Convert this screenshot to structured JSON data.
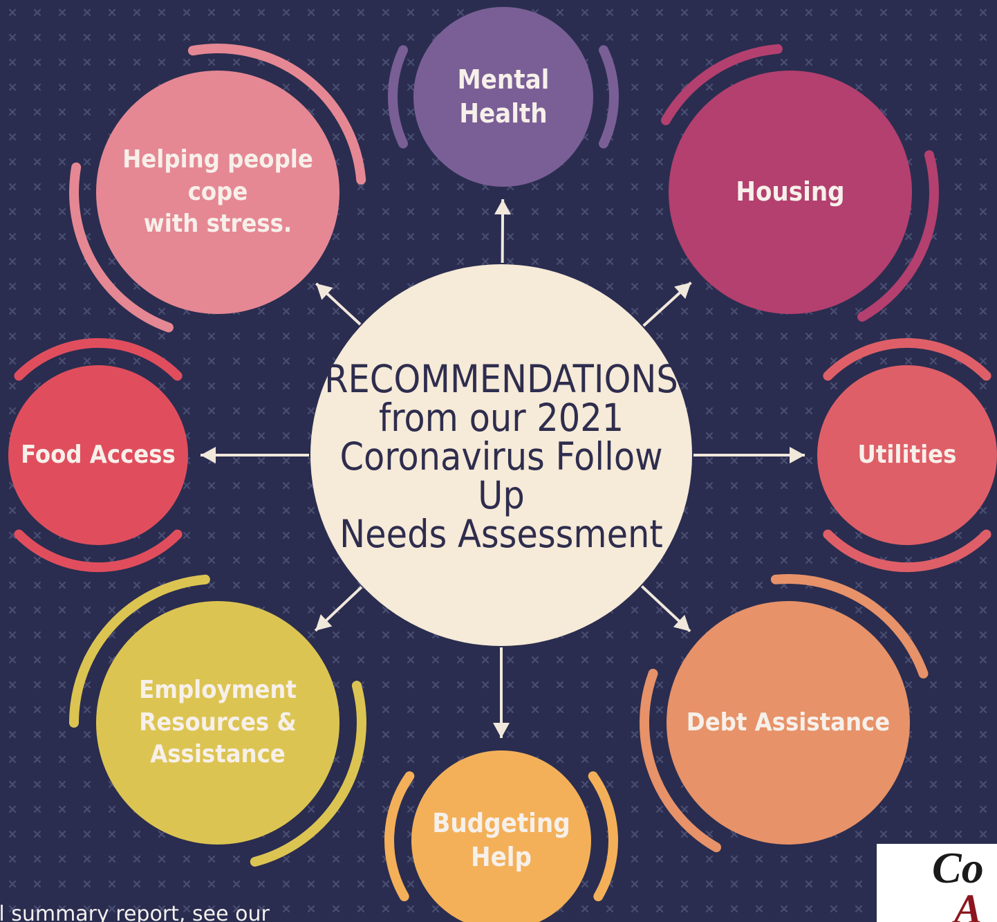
{
  "center": {
    "lines": [
      "RECOMMENDATIONS",
      "from our 2021",
      "Coronavirus Follow Up",
      "Needs Assessment"
    ]
  },
  "nodes": [
    {
      "id": "mental-health",
      "lines": [
        "Mental",
        "Health"
      ],
      "color": "#7a5f96"
    },
    {
      "id": "housing",
      "lines": [
        "Housing"
      ],
      "color": "#b3406f"
    },
    {
      "id": "utilities",
      "lines": [
        "Utilities"
      ],
      "color": "#df5f68"
    },
    {
      "id": "debt-assistance",
      "lines": [
        "Debt Assistance"
      ],
      "color": "#e79269"
    },
    {
      "id": "budgeting-help",
      "lines": [
        "Budgeting",
        "Help"
      ],
      "color": "#f3b059"
    },
    {
      "id": "employment",
      "lines": [
        "Employment",
        "Resources &",
        "Assistance"
      ],
      "color": "#dcc452"
    },
    {
      "id": "food-access",
      "lines": [
        "Food Access"
      ],
      "color": "#e04e5e"
    },
    {
      "id": "stress",
      "lines": [
        "Helping people cope",
        "with stress."
      ],
      "color": "#e58894"
    }
  ],
  "footer": {
    "text": "ll summary report, see our"
  },
  "logo": {
    "text": "Co",
    "sub": "A"
  },
  "colors": {
    "background": "#2a2d4f",
    "pattern": "#4a4e73",
    "center_fill": "#f6ead8",
    "arrow": "#f1e8dc"
  }
}
